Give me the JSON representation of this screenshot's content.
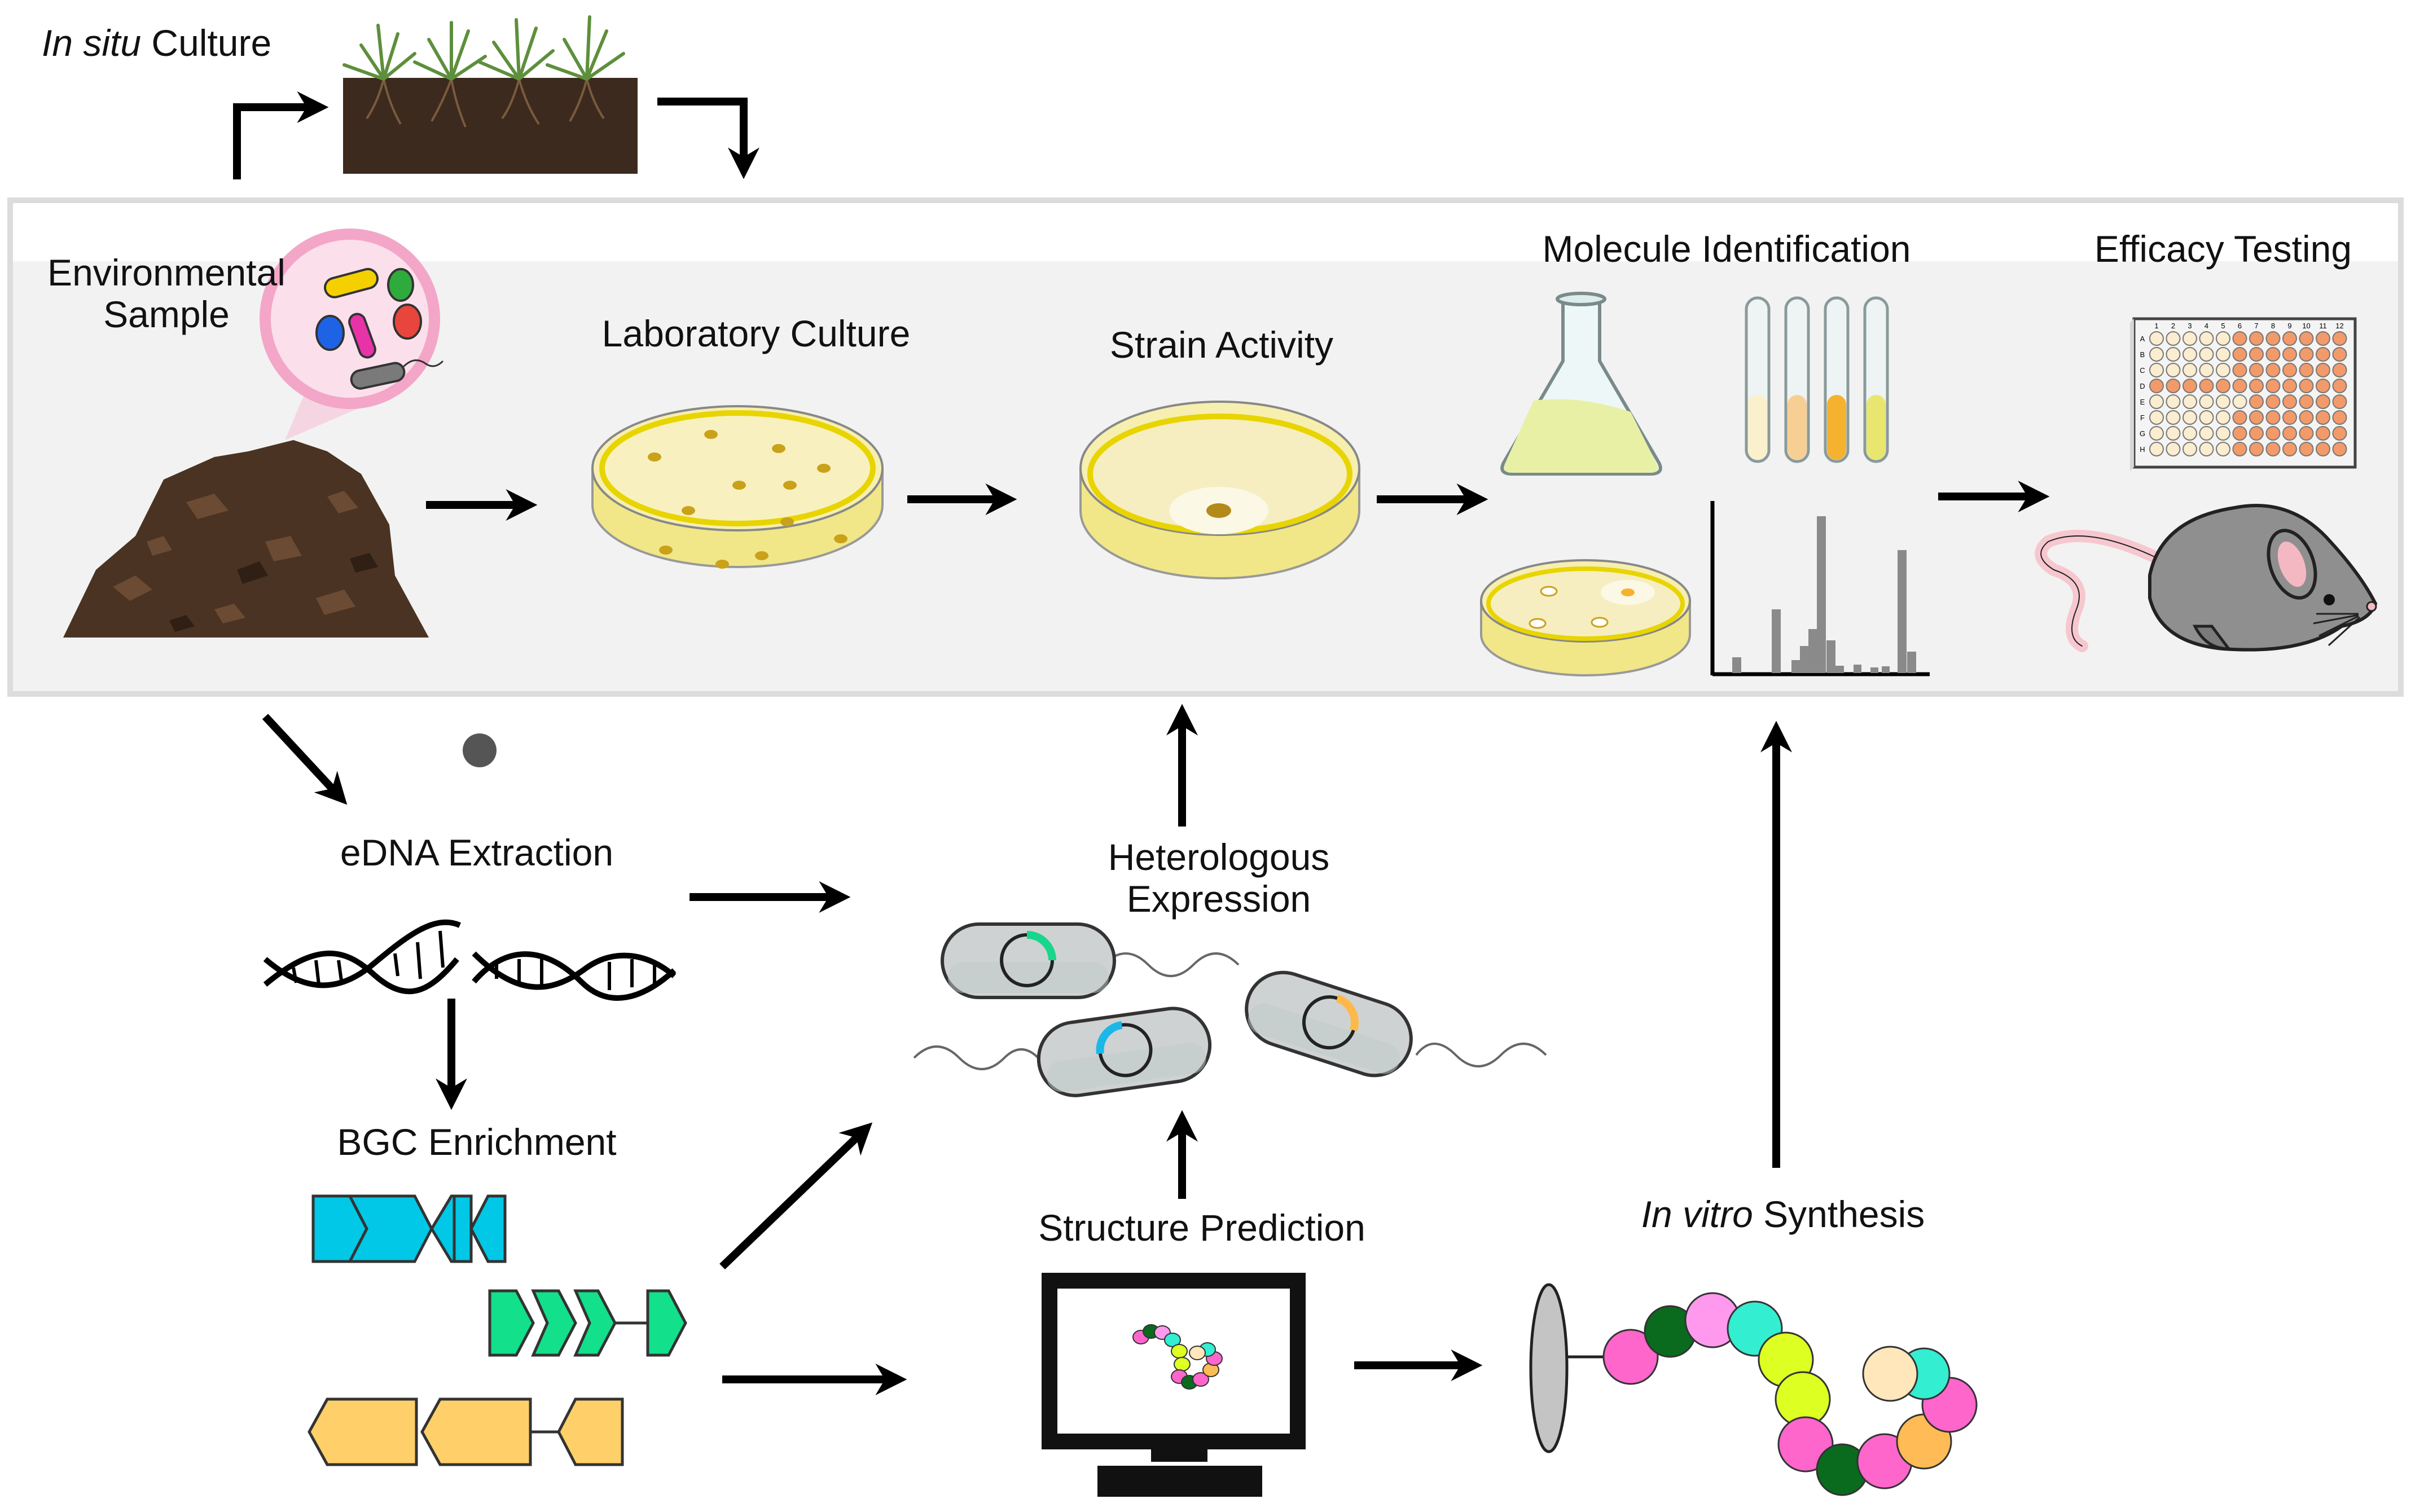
{
  "labels": {
    "insitu_italic": "In situ",
    "insitu_rest": " Culture",
    "environmental_l1": "Environmental",
    "environmental_l2": "Sample",
    "lab_culture": "Laboratory Culture",
    "strain_activity": "Strain Activity",
    "molecule_id": "Molecule Identification",
    "efficacy": "Efficacy Testing",
    "edna": "eDNA Extraction",
    "bgc": "BGC Enrichment",
    "hetero_l1": "Heterologous",
    "hetero_l2": "Expression",
    "structure": "Structure Prediction",
    "invitro_italic": "In vitro",
    "invitro_rest": " Synthesis"
  },
  "well_plate": {
    "rows": [
      "A",
      "B",
      "C",
      "D",
      "E",
      "F",
      "G",
      "H"
    ],
    "cols": [
      "1",
      "2",
      "3",
      "4",
      "5",
      "6",
      "7",
      "8",
      "9",
      "10",
      "11",
      "12"
    ]
  },
  "colors": {
    "panel_bg": "#f2f2f2",
    "panel_border": "#dcdcdc",
    "soil": "#4a3322",
    "agar": "#f7efb0",
    "agar_rim": "#e8d400",
    "colony": "#c9a21a",
    "mouse": "#8f8f8f",
    "cyan_gene": "#00c8e6",
    "green_gene": "#12e08a",
    "orange_gene": "#ffd06a",
    "arrow": "#000000"
  }
}
